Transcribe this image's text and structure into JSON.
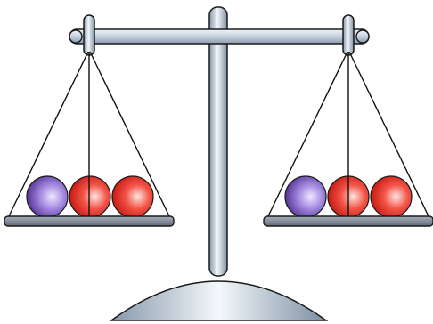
{
  "scale": {
    "balanced": true,
    "left_pan": {
      "balls": [
        {
          "color": "purple"
        },
        {
          "color": "red"
        },
        {
          "color": "red"
        }
      ]
    },
    "right_pan": {
      "balls": [
        {
          "color": "purple"
        },
        {
          "color": "red"
        },
        {
          "color": "red"
        }
      ]
    }
  },
  "colors": {
    "metal_light": "#f2f6fa",
    "metal_mid": "#b9c7d6",
    "metal_dark": "#6e8094",
    "outline": "#1a1a1a",
    "pan": "#7f8a96",
    "purple_light": "#d8ccff",
    "purple_dark": "#5a2f9e",
    "red_light": "#ffd0c8",
    "red_dark": "#d31a12"
  }
}
